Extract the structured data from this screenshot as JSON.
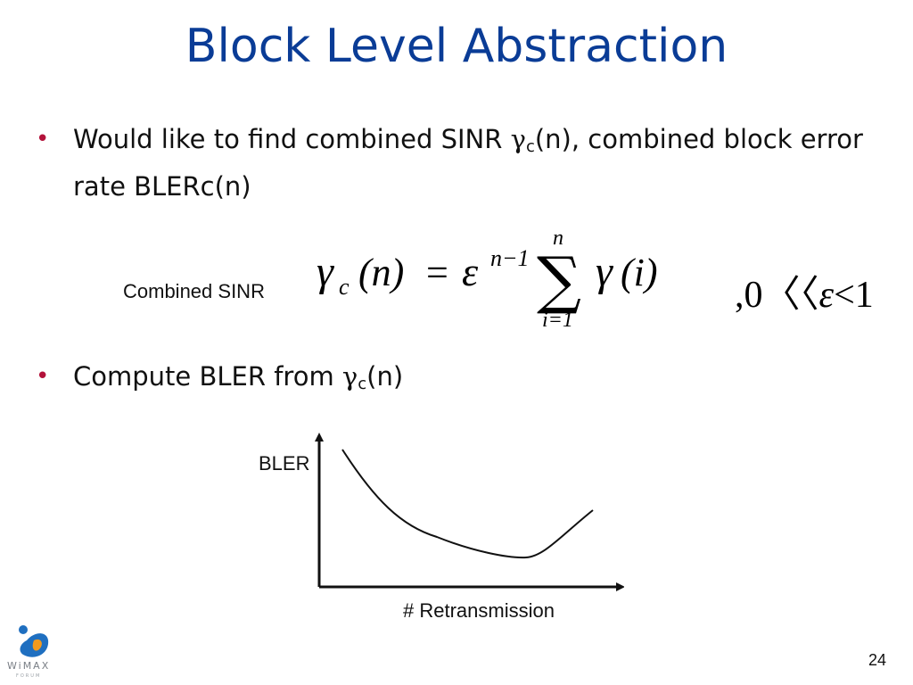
{
  "slide": {
    "title": "Block Level Abstraction",
    "bullets": [
      {
        "pre": "Would like to find combined SINR ",
        "gamma": "γ",
        "sub": "c",
        "post": "(n), combined block error rate BLERc(n)"
      },
      {
        "pre": "Compute BLER from ",
        "gamma": "γ",
        "sub": "c",
        "post": "(n)"
      }
    ],
    "equation": {
      "label": "Combined SINR",
      "lhs_symbol": "γ",
      "lhs_sub": "c",
      "lhs_arg": "(n)",
      "equals": "=",
      "epsilon": "ε",
      "exponent": "n−1",
      "sum_symbol": "∑",
      "sum_upper": "n",
      "sum_lower": "i=1",
      "rhs_symbol": "γ",
      "rhs_arg": "(i)",
      "condition_prefix": ",0〈〈",
      "condition_epsilon": "ε",
      "condition_suffix": "<1"
    },
    "plot": {
      "ylabel": "BLER",
      "xlabel": "# Retransmission"
    },
    "page_number": "24",
    "logo": {
      "name": "WiMAX",
      "subtitle": "FORUM",
      "icon": "wimax-forum-logo-icon",
      "colors": {
        "blue": "#1f6fc0",
        "orange": "#f39a1e"
      }
    },
    "colors": {
      "title": "#0a3c96",
      "bullet": "#b3123a"
    }
  }
}
